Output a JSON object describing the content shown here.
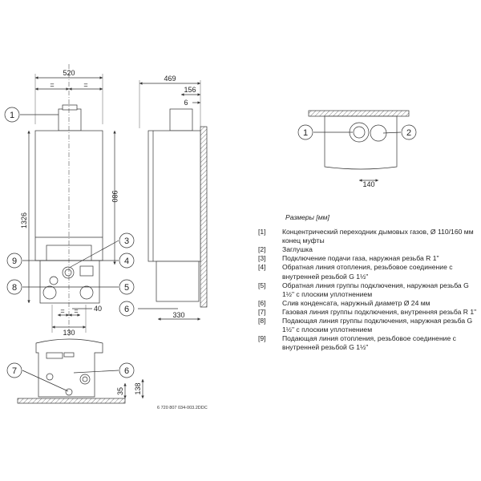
{
  "dimensions": {
    "width_front": "520",
    "equal": "=",
    "height_total": "1326",
    "height_body": "980",
    "depth": "469",
    "flue_offset": "156",
    "wall_gap": "6",
    "offset_40": "40",
    "spacing_130": "130",
    "depth_lower": "330",
    "bottom_35": "35",
    "bottom_138": "138",
    "top_140": "140"
  },
  "callouts": [
    "1",
    "2",
    "3",
    "4",
    "5",
    "6",
    "7",
    "8",
    "9"
  ],
  "legend": {
    "title": "Размеры [мм]",
    "items": [
      {
        "num": "[1]",
        "text": "Концентрический переходник дымовых газов, Ø 110/160 мм конец муфты"
      },
      {
        "num": "[2]",
        "text": "Заглушка"
      },
      {
        "num": "[3]",
        "text": "Подключение подачи газа, наружная резьба R 1\""
      },
      {
        "num": "[4]",
        "text": "Обратная линия отопления, резьбовое соединение с внутренней резьбой G 1½\""
      },
      {
        "num": "[5]",
        "text": "Обратная линия группы подключения, наружная резьба G 1½\" с плоским уплотнением"
      },
      {
        "num": "[6]",
        "text": "Слив конденсата, наружный диаметр Ø 24 мм"
      },
      {
        "num": "[7]",
        "text": "Газовая линия группы подключения, внутренняя резьба R 1\""
      },
      {
        "num": "[8]",
        "text": "Подающая линия группы подключения, наружная резьба G 1½\" с плоским уплотнением"
      },
      {
        "num": "[9]",
        "text": "Подающая линия отопления, резьбовое соединение с внутренней резьбой G 1½\""
      }
    ]
  },
  "drawing_code": "6 720 807 034-003.2DDC"
}
